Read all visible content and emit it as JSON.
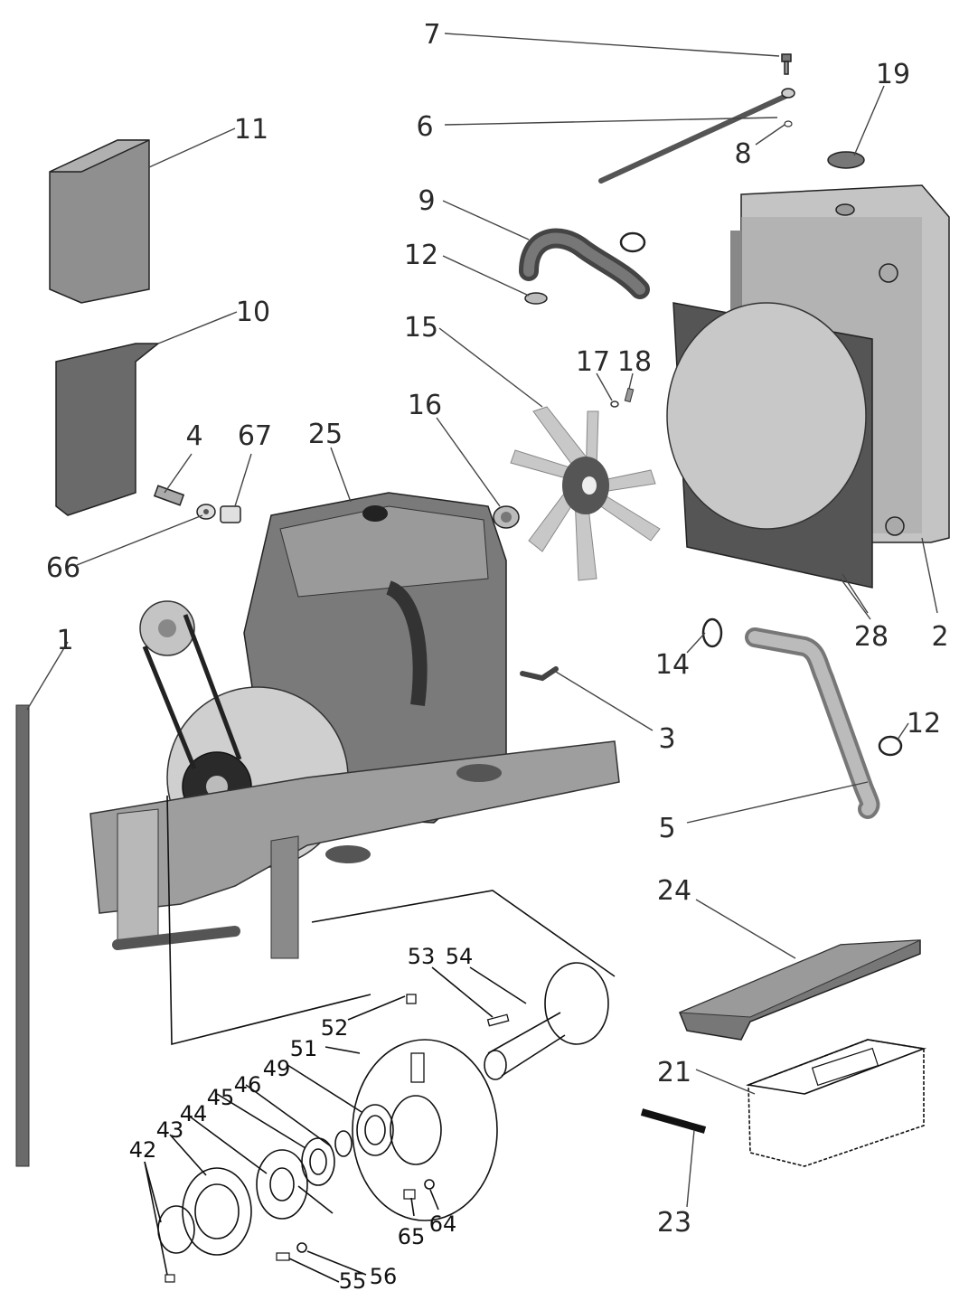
{
  "callouts": [
    {
      "id": "1",
      "text": "1"
    },
    {
      "id": "2",
      "text": "2"
    },
    {
      "id": "3",
      "text": "3"
    },
    {
      "id": "4",
      "text": "4"
    },
    {
      "id": "5",
      "text": "5"
    },
    {
      "id": "6",
      "text": "6"
    },
    {
      "id": "7",
      "text": "7"
    },
    {
      "id": "8",
      "text": "8"
    },
    {
      "id": "9",
      "text": "9"
    },
    {
      "id": "10",
      "text": "10"
    },
    {
      "id": "11",
      "text": "11"
    },
    {
      "id": "12a",
      "text": "12"
    },
    {
      "id": "12b",
      "text": "12"
    },
    {
      "id": "14",
      "text": "14"
    },
    {
      "id": "15",
      "text": "15"
    },
    {
      "id": "16",
      "text": "16"
    },
    {
      "id": "17",
      "text": "17"
    },
    {
      "id": "18",
      "text": "18"
    },
    {
      "id": "19",
      "text": "19"
    },
    {
      "id": "21",
      "text": "21"
    },
    {
      "id": "23",
      "text": "23"
    },
    {
      "id": "24",
      "text": "24"
    },
    {
      "id": "25",
      "text": "25"
    },
    {
      "id": "28",
      "text": "28"
    },
    {
      "id": "42",
      "text": "42"
    },
    {
      "id": "43",
      "text": "43"
    },
    {
      "id": "44",
      "text": "44"
    },
    {
      "id": "45",
      "text": "45"
    },
    {
      "id": "46",
      "text": "46"
    },
    {
      "id": "49",
      "text": "49"
    },
    {
      "id": "51",
      "text": "51"
    },
    {
      "id": "52",
      "text": "52"
    },
    {
      "id": "53",
      "text": "53"
    },
    {
      "id": "54",
      "text": "54"
    },
    {
      "id": "55",
      "text": "55"
    },
    {
      "id": "56",
      "text": "56"
    },
    {
      "id": "64",
      "text": "64"
    },
    {
      "id": "65",
      "text": "65"
    },
    {
      "id": "66",
      "text": "66"
    },
    {
      "id": "67",
      "text": "67"
    }
  ],
  "colors": {
    "background": "#ffffff",
    "part_dark": "#6e6e6e",
    "part_mid": "#9a9a9a",
    "part_light": "#c8c8c8",
    "line": "#111111"
  }
}
